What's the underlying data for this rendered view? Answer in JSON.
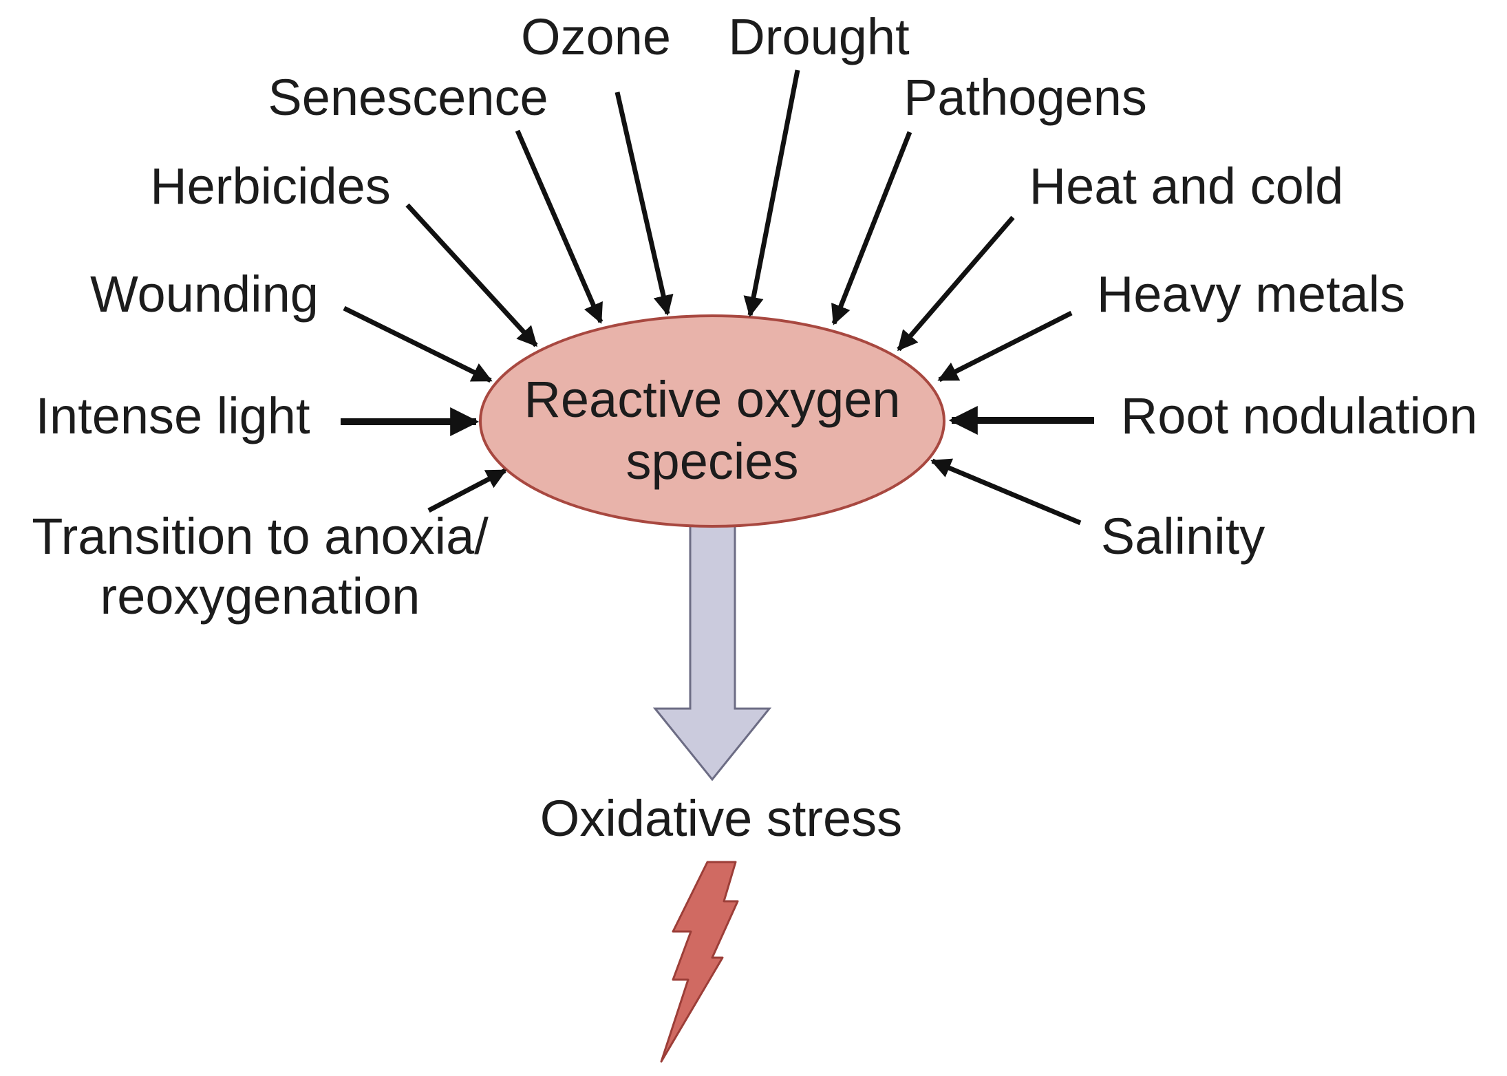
{
  "center": {
    "line1": "Reactive oxygen",
    "line2": "species"
  },
  "output": {
    "label": "Oxidative stress"
  },
  "sources": {
    "ozone": "Ozone",
    "drought": "Drought",
    "senescence": "Senescence",
    "pathogens": "Pathogens",
    "herbicides": "Herbicides",
    "heat_and_cold": "Heat and cold",
    "wounding": "Wounding",
    "heavy_metals": "Heavy metals",
    "intense_light": "Intense light",
    "root_nodulation": "Root nodulation",
    "salinity": "Salinity",
    "anoxia_line1": "Transition to anoxia/",
    "anoxia_line2": "reoxygenation"
  },
  "colors": {
    "ellipse_fill": "#e8b3aa",
    "ellipse_stroke": "#a84840",
    "big_arrow_fill": "#cbcbdd",
    "big_arrow_stroke": "#6c6c84",
    "bolt_fill": "#d06a62",
    "bolt_stroke": "#9c3e38"
  },
  "icons": {
    "bolt": "lightning-bolt-icon"
  }
}
